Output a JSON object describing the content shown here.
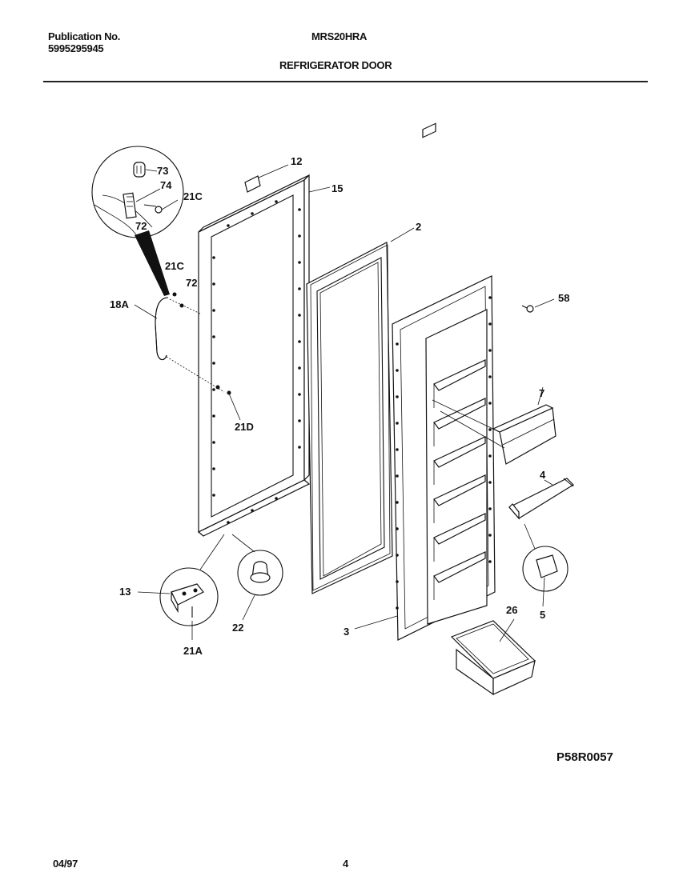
{
  "header": {
    "publication_label": "Publication No.",
    "publication_number": "5995295945",
    "model": "MRS20HRA",
    "section_title": "REFRIGERATOR DOOR"
  },
  "footer": {
    "date": "04/97",
    "page_number": "4"
  },
  "diagram": {
    "drawing_id": "P58R0057",
    "callouts": {
      "c12": "12",
      "c15": "15",
      "c2": "2",
      "c58": "58",
      "c7": "7",
      "c4": "4",
      "c5": "5",
      "c26": "26",
      "c3": "3",
      "c13": "13",
      "c22": "22",
      "c21A": "21A",
      "c21D": "21D",
      "c18A": "18A",
      "c21C_top": "21C",
      "c21C_mid": "21C",
      "c72_top": "72",
      "c72_mid": "72",
      "c73": "73",
      "c74": "74"
    }
  }
}
